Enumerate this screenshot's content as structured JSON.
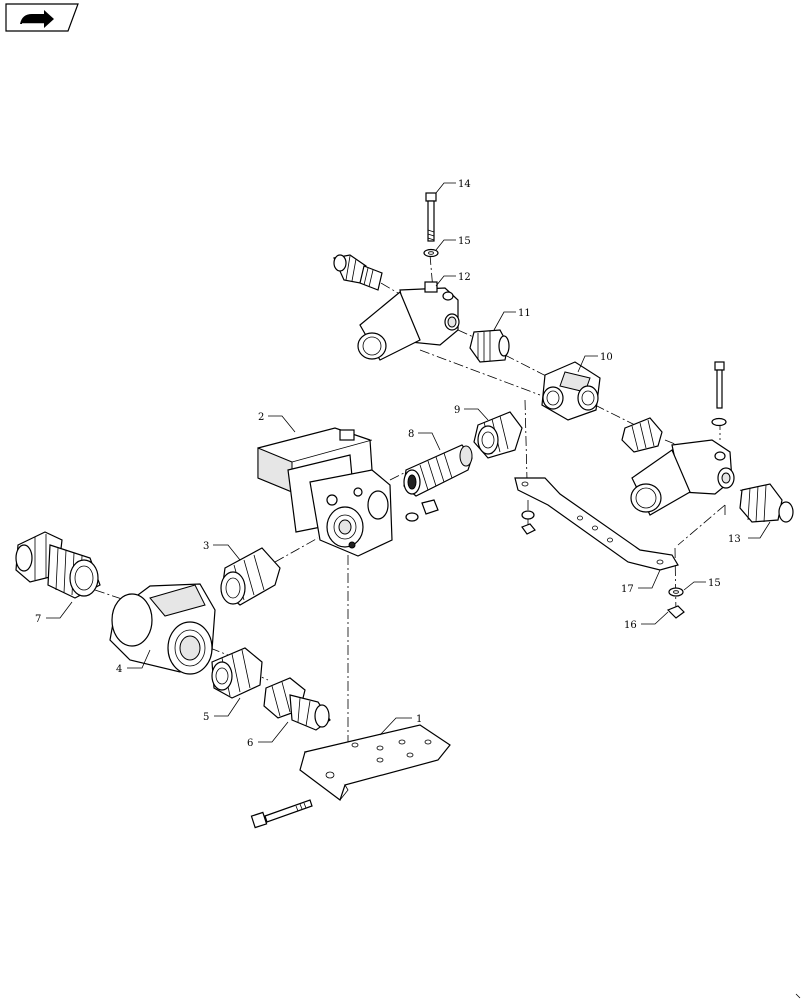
{
  "nav": {
    "icon": "next-page-arrow-icon"
  },
  "callouts": [
    {
      "id": "c1",
      "label": "1"
    },
    {
      "id": "c2",
      "label": "2"
    },
    {
      "id": "c3",
      "label": "3"
    },
    {
      "id": "c4",
      "label": "4"
    },
    {
      "id": "c5",
      "label": "5"
    },
    {
      "id": "c6",
      "label": "6"
    },
    {
      "id": "c7",
      "label": "7"
    },
    {
      "id": "c8",
      "label": "8"
    },
    {
      "id": "c9",
      "label": "9"
    },
    {
      "id": "c10",
      "label": "10"
    },
    {
      "id": "c11",
      "label": "11"
    },
    {
      "id": "c12",
      "label": "12"
    },
    {
      "id": "c13",
      "label": "13"
    },
    {
      "id": "c14",
      "label": "14"
    },
    {
      "id": "c15a",
      "label": "15"
    },
    {
      "id": "c15b",
      "label": "15"
    },
    {
      "id": "c16",
      "label": "16"
    },
    {
      "id": "c17",
      "label": "17"
    }
  ]
}
